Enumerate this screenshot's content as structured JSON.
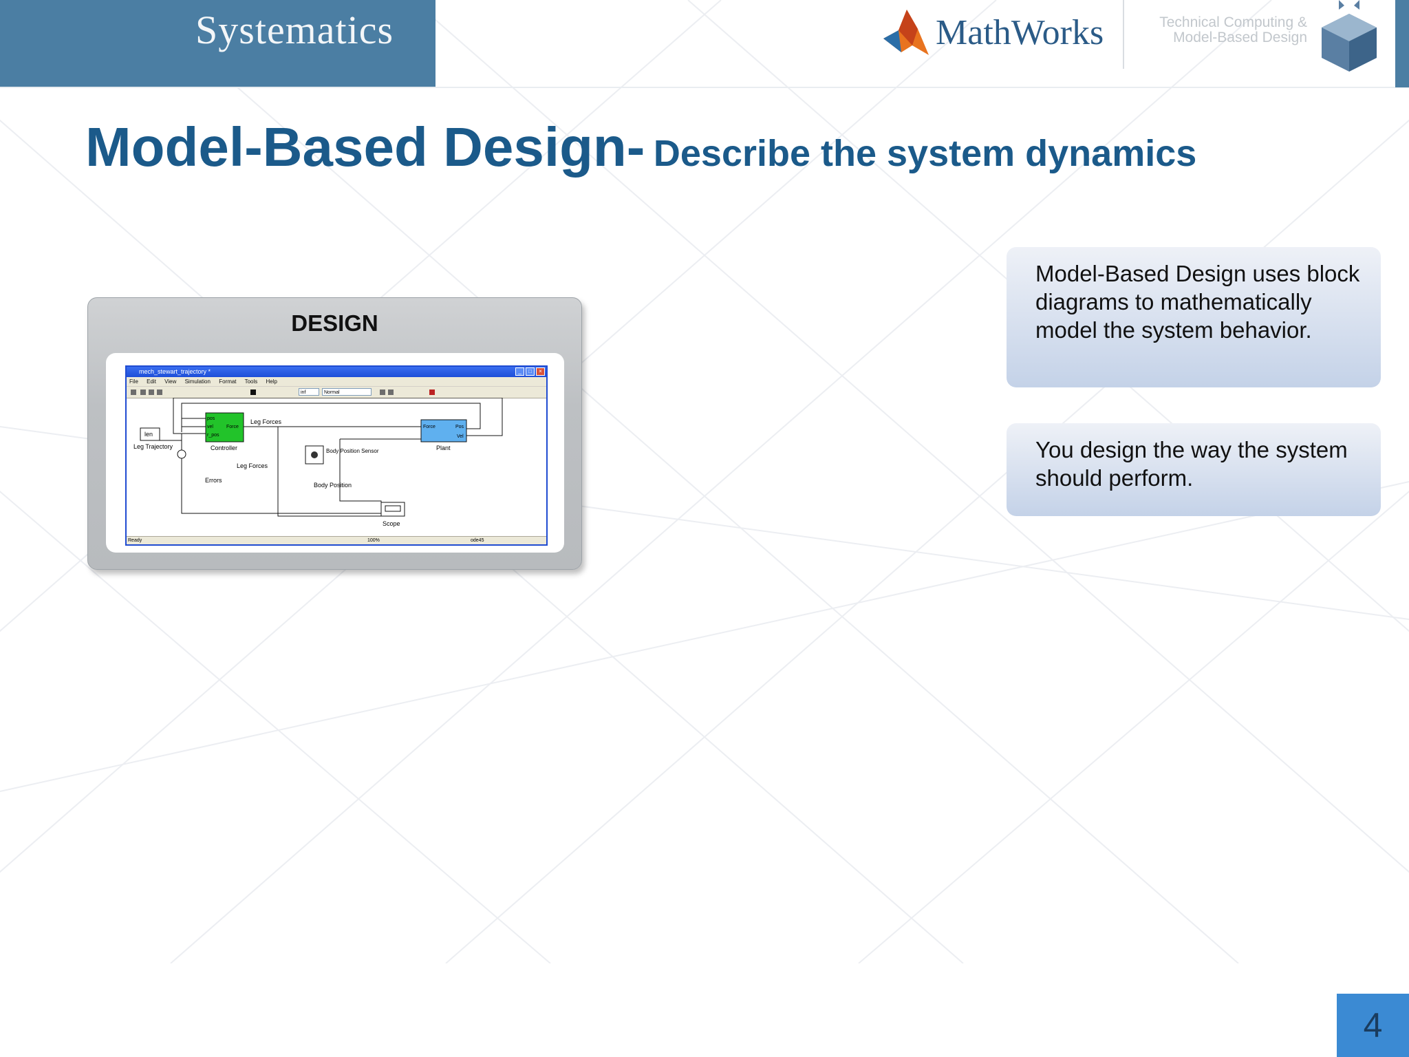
{
  "header": {
    "brand": "Systematics",
    "partner": "MathWorks",
    "partner_tagline_line1": "Technical Computing &",
    "partner_tagline_line2": "Model-Based Design"
  },
  "title": {
    "main": "Model-Based Design-",
    "sub": "Describe the system dynamics"
  },
  "design_card": {
    "label": "DESIGN",
    "window_title": "mech_stewart_trajectory *",
    "menu": [
      "File",
      "Edit",
      "View",
      "Simulation",
      "Format",
      "Tools",
      "Help"
    ],
    "stop_time": "inf",
    "sim_mode": "Normal",
    "blocks": {
      "len": "len",
      "leg_trajectory": "Leg Trajectory",
      "controller": "Controller",
      "controller_ports": [
        "pos",
        "vel",
        "Force",
        "r_pos"
      ],
      "leg_forces_top": "Leg Forces",
      "leg_forces_mid": "Leg Forces",
      "plant": "Plant",
      "plant_ports": [
        "Force",
        "Pos",
        "Vel"
      ],
      "body_position_sensor": "Body Position Sensor",
      "body_position": "Body Position",
      "errors": "Errors",
      "scope": "Scope"
    },
    "status": {
      "left": "Ready",
      "zoom": "100%",
      "solver": "ode45"
    }
  },
  "info": {
    "box1": "Model-Based Design uses block diagrams to mathematically model the system behavior.",
    "box2": "You design the way the system should perform."
  },
  "page_number": "4",
  "colors": {
    "title": "#1b5a8a",
    "header_band": "#4b7ea3",
    "controller_block": "#22c32a",
    "plant_block": "#5fb0ef",
    "page_badge": "#3b8ad3"
  }
}
